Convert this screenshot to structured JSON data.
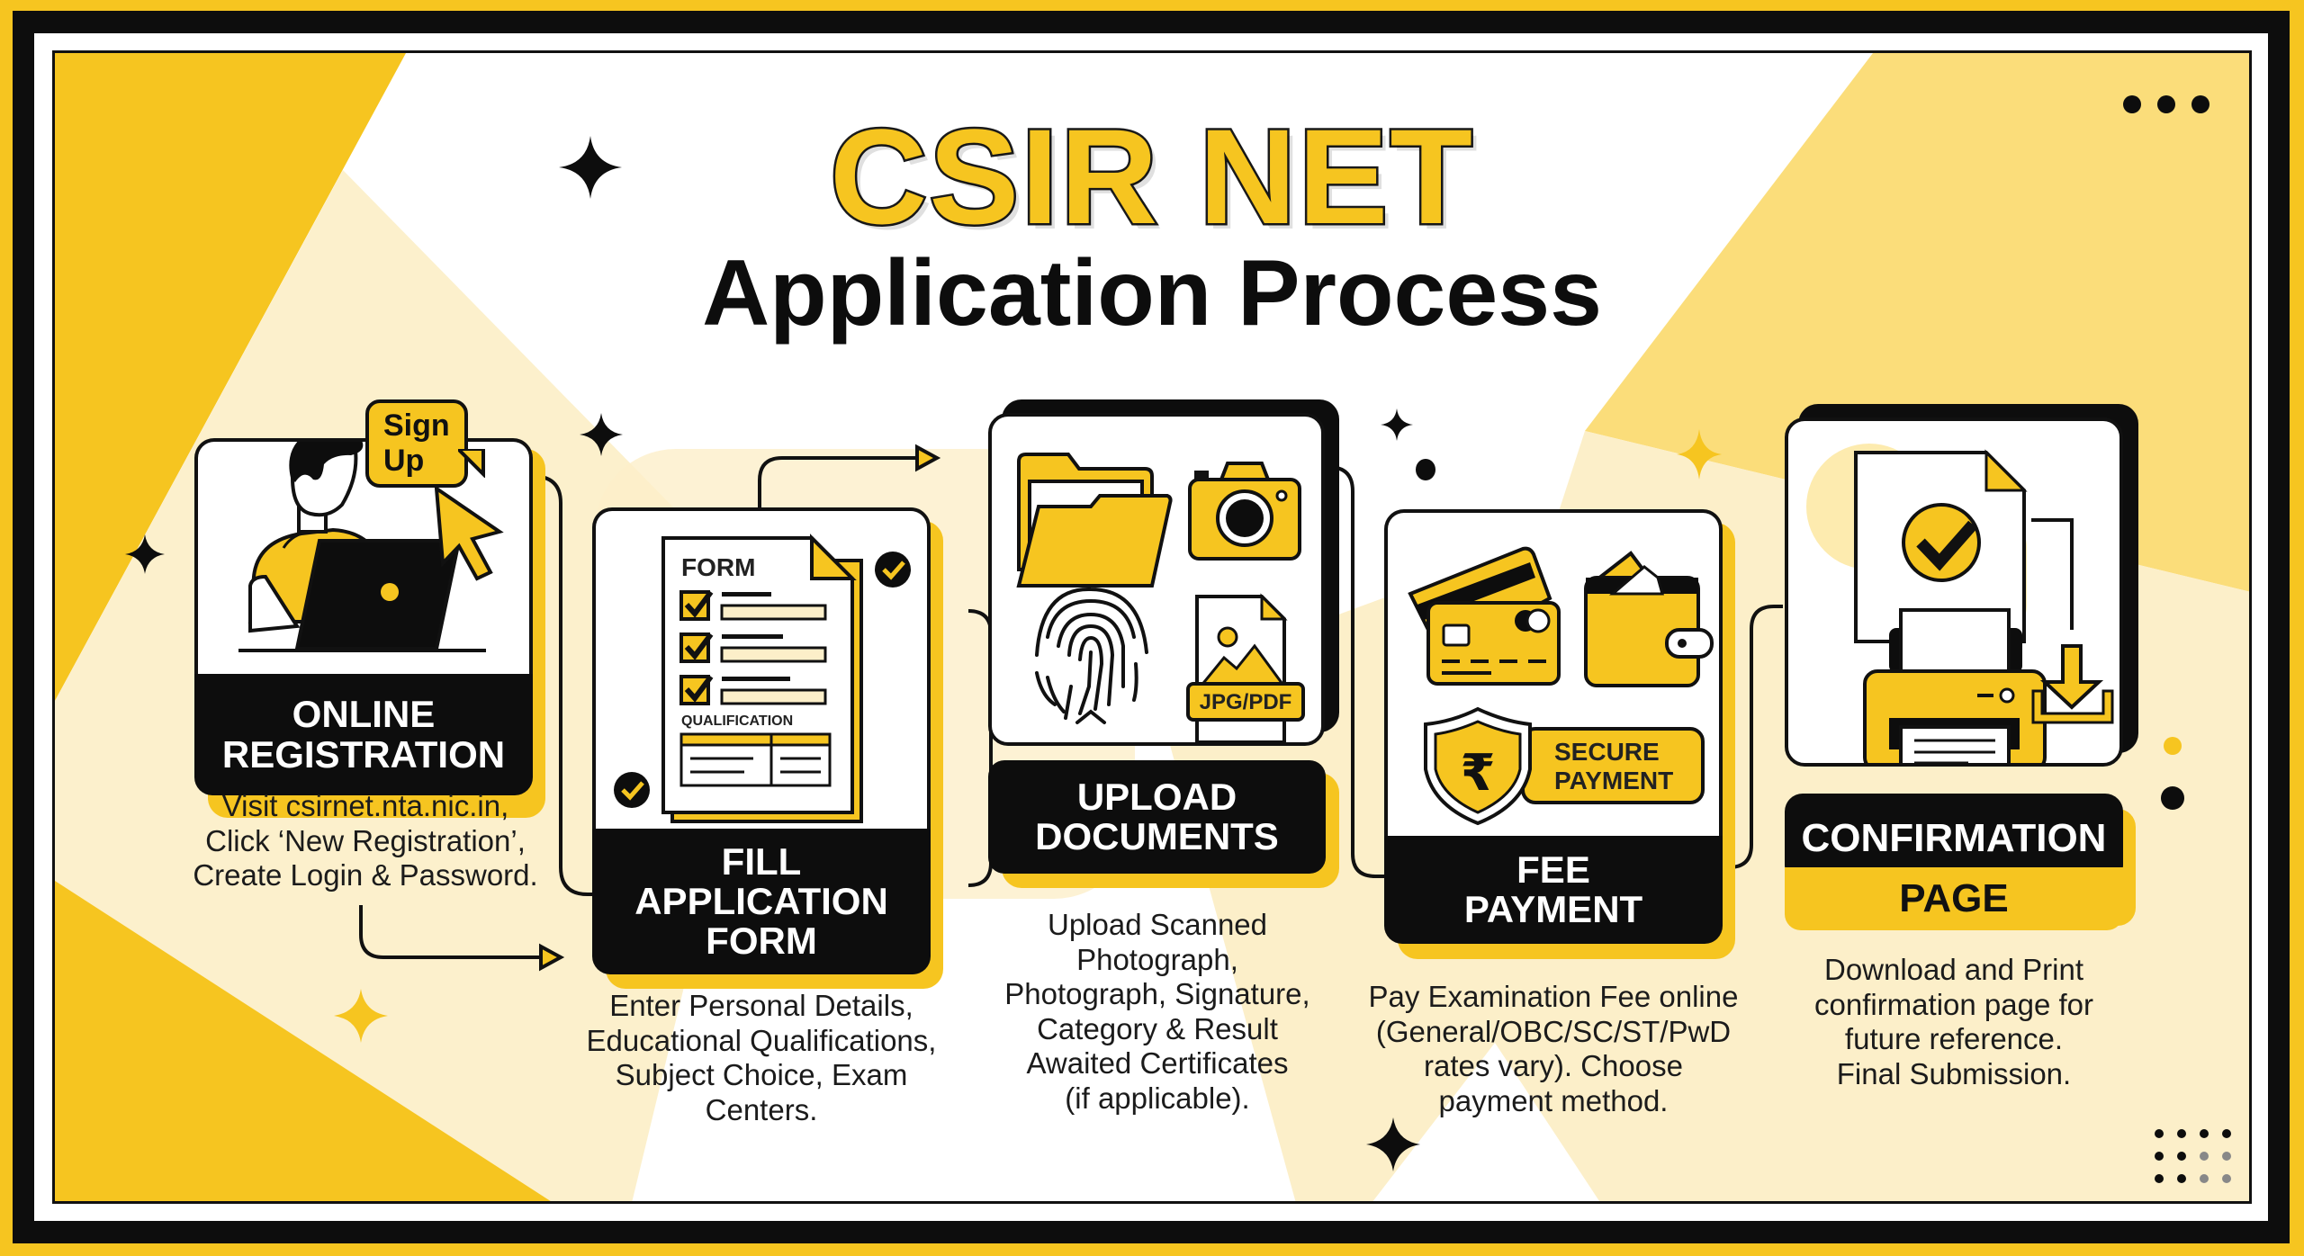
{
  "title": {
    "main": "CSIR NET",
    "sub": "Application Process"
  },
  "colors": {
    "accent": "#F6C520",
    "dark": "#0D0D0D",
    "cream": "#FCEFC9",
    "white": "#FFFFFF"
  },
  "decor": {
    "menu_icon": "three-dots-icon",
    "dot_grid_icon": "dot-grid-icon"
  },
  "steps": [
    {
      "id": "online-registration",
      "title_lines": [
        "ONLINE",
        "REGISTRATION"
      ],
      "badge": "Sign Up",
      "icons": [
        "person-at-laptop-icon",
        "cursor-arrow-icon",
        "sign-up-bubble"
      ],
      "description_lines": [
        "Visit csirnet.nta.nic.in,",
        "Click ‘New Registration’,",
        "Create Login & Password."
      ]
    },
    {
      "id": "fill-application-form",
      "title_lines": [
        "FILL",
        "APPLICATION",
        "FORM"
      ],
      "form_heading": "FORM",
      "form_section": "QUALIFICATION",
      "icons": [
        "form-document-icon",
        "checkbox-icon",
        "check-circle-icon"
      ],
      "description_lines": [
        "Enter Personal Details,",
        "Educational Qualifications,",
        "Subject Choice, Exam",
        "Centers."
      ]
    },
    {
      "id": "upload-documents",
      "title_lines": [
        "UPLOAD",
        "DOCUMENTS"
      ],
      "file_badge": "JPG/PDF",
      "icons": [
        "folder-icon",
        "camera-icon",
        "fingerprint-icon",
        "image-file-icon"
      ],
      "description_lines": [
        "Upload Scanned",
        "Photograph,",
        "Photograph, Signature,",
        "Category & Result",
        "Awaited Certificates",
        "(if applicable)."
      ]
    },
    {
      "id": "fee-payment",
      "title_lines": [
        "FEE",
        "PAYMENT"
      ],
      "secure_badge_lines": [
        "SECURE",
        "PAYMENT"
      ],
      "currency_symbol": "₹",
      "icons": [
        "credit-card-icon",
        "wallet-icon",
        "rupee-shield-icon"
      ],
      "description_lines": [
        "Pay Examination Fee online",
        "(General/OBC/SC/ST/PwD",
        "rates vary). Choose",
        "payment method."
      ]
    },
    {
      "id": "confirmation-page",
      "title_lines": [
        "CONFIRMATION"
      ],
      "subtitle": "PAGE",
      "icons": [
        "check-document-icon",
        "printer-icon",
        "download-icon"
      ],
      "description_lines": [
        "Download and Print",
        "confirmation page for",
        "future reference.",
        "Final Submission."
      ]
    }
  ]
}
